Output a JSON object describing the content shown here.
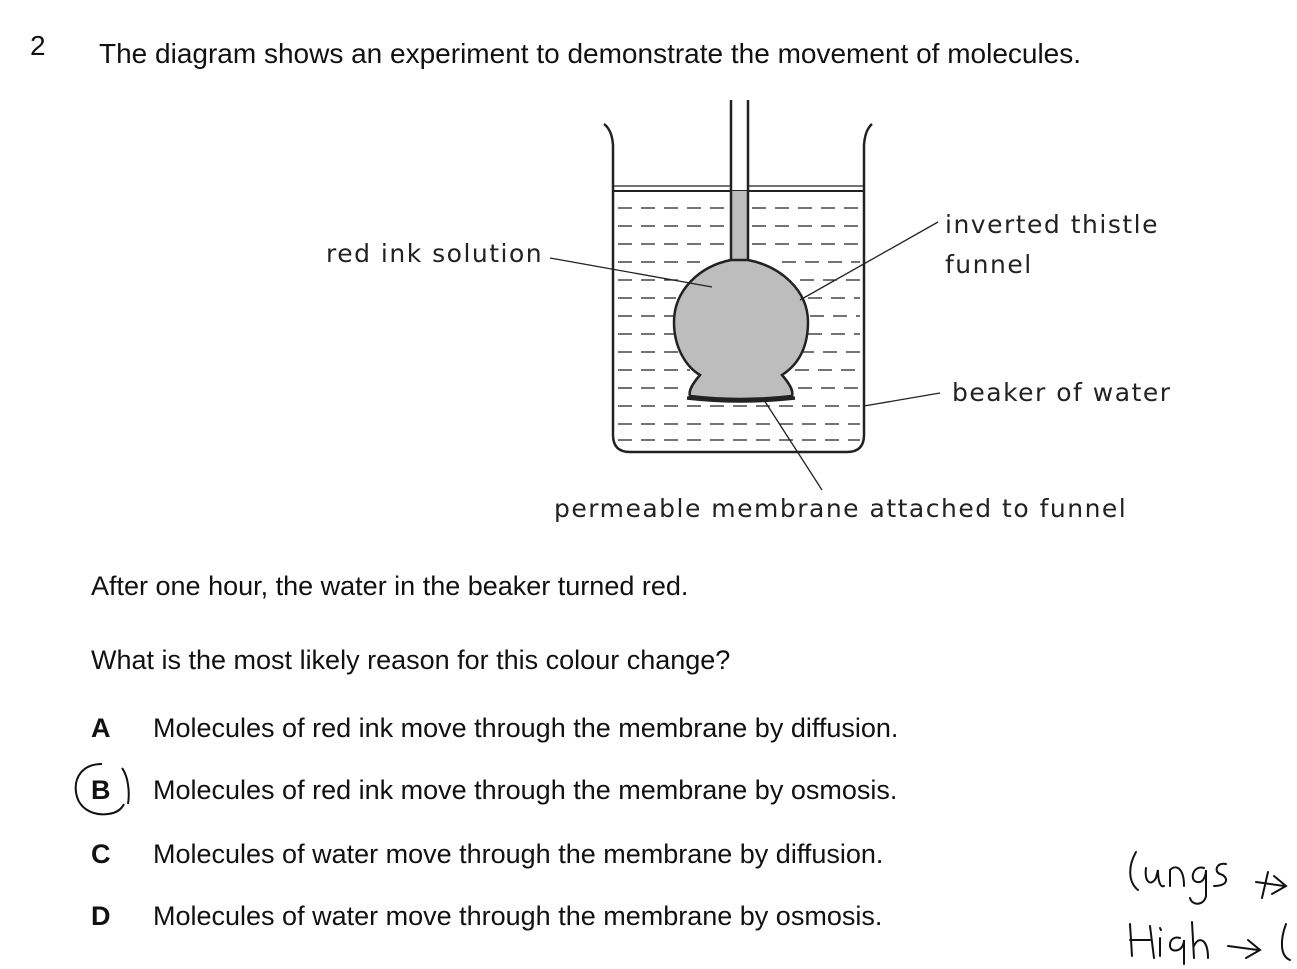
{
  "question": {
    "number": "2",
    "stem": "The diagram shows an experiment to demonstrate the movement of molecules."
  },
  "diagram": {
    "labels": {
      "red_ink": "red ink solution",
      "funnel": "inverted thistle",
      "funnel_line2": "funnel",
      "beaker": "beaker of water",
      "membrane": "permeable membrane attached to funnel"
    }
  },
  "after": "After one hour, the water in the beaker turned red.",
  "prompt": "What is the most likely reason for this colour change?",
  "options": [
    {
      "letter": "A",
      "text": "Molecules of red ink move through the membrane by diffusion."
    },
    {
      "letter": "B",
      "text": "Molecules of red ink move through the membrane by osmosis."
    },
    {
      "letter": "C",
      "text": "Molecules of water move through the membrane by diffusion."
    },
    {
      "letter": "D",
      "text": "Molecules of water move through the membrane by osmosis."
    }
  ],
  "selected_option": "B",
  "handwritten_notes": [
    "Lungs →",
    "High → l"
  ]
}
